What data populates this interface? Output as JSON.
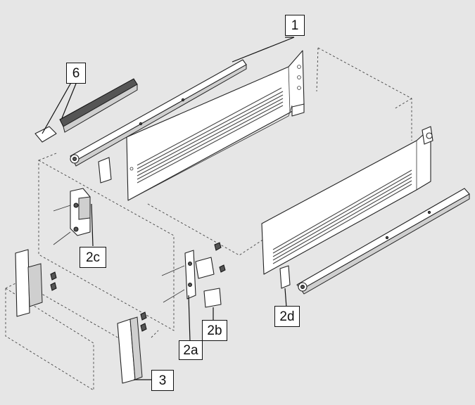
{
  "diagram": {
    "callouts": {
      "c1": "1",
      "c6": "6",
      "c2c": "2c",
      "c2a": "2a",
      "c2b": "2b",
      "c2d": "2d",
      "c3": "3"
    },
    "colors": {
      "background": "#e6e6e6",
      "label_fill": "#ffffff",
      "line": "#222222"
    }
  }
}
